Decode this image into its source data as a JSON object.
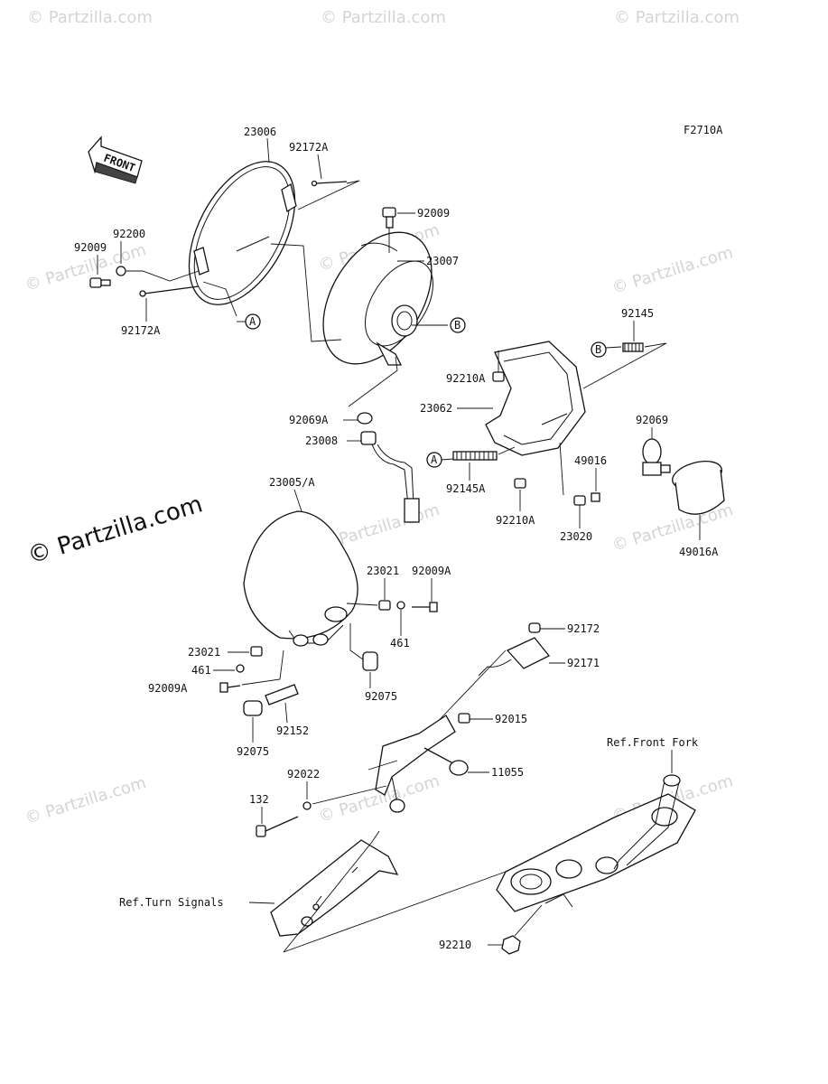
{
  "diagram": {
    "code": "F2710A",
    "front_label": "FRONT",
    "copyright": "© Partzilla.com",
    "watermark": "© Partzilla.com",
    "markers": {
      "a": "A",
      "b": "B"
    },
    "parts": {
      "p23006": "23006",
      "p92172A_top": "92172A",
      "p92009_top": "92009",
      "p92200": "92200",
      "p92009_left": "92009",
      "p92172A_left": "92172A",
      "p23007": "23007",
      "p92145": "92145",
      "p92210A_top": "92210A",
      "p23062": "23062",
      "p92069A": "92069A",
      "p23008": "23008",
      "p92069": "92069",
      "p49016": "49016",
      "p92145A": "92145A",
      "p92210A_bot": "92210A",
      "p23020": "23020",
      "p49016A": "49016A",
      "p23005A": "23005/A",
      "p23021_right": "23021",
      "p92009A_right": "92009A",
      "p461_right": "461",
      "p23021_left": "23021",
      "p461_left": "461",
      "p92009A_left": "92009A",
      "p92075_right": "92075",
      "p92152": "92152",
      "p92075_left": "92075",
      "p92172": "92172",
      "p92171": "92171",
      "p92015": "92015",
      "p11055": "11055",
      "p92022": "92022",
      "p132": "132",
      "p92210": "92210"
    },
    "refs": {
      "front_fork": "Ref.Front Fork",
      "turn_signals": "Ref.Turn Signals"
    }
  }
}
